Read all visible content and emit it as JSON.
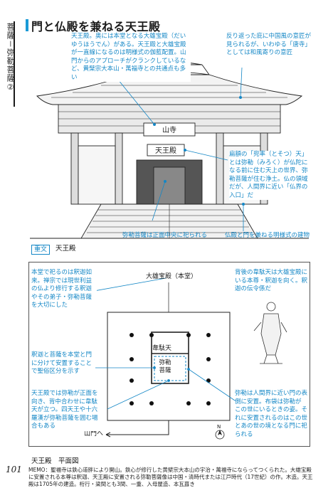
{
  "sidebar": {
    "label": "菩薩－弥勒菩薩②"
  },
  "header": {
    "title": "門と仏殿を兼ねる天王殿"
  },
  "photo": {
    "plaque_top": "山寺",
    "plaque_hall": "天王殿",
    "annotations": {
      "top_left": "天王殿。奥には本堂となる大雄宝殿（だいゆうほうでん）がある。天王殿と大雄宝殿が一直線になるのは明様式の伽藍配置。山門からのアプローチがクランクしているなど、黄檗宗大本山・萬福寺との共通点も多い",
      "top_right": "反り返った庇に中国風の意匠が見られるが、いわゆる「唐寺」としては和風寄りの意匠",
      "right_mid": "扁額の「兜率（とそつ）天」とは弥勒（みろく）が仏陀になる前に住む天上の世界、弥勒菩薩が住む浄土。仏の領域だが、人間界に近い「仏界の入口」だ",
      "bottom_left": "弥勒菩薩は正面中央に祀られる",
      "bottom_right": "仏殿と門を兼ねる明様式の建物"
    }
  },
  "caption": {
    "badge": "重文",
    "text": "天王殿"
  },
  "plan": {
    "label_top": "大雄宝殿（本堂）",
    "label_mid": "韋駄天",
    "label_center": "弥勒菩薩",
    "label_bottom_left": "山門へ",
    "north": "N",
    "caption": "天王殿　平面図",
    "annotations": {
      "left_top": "本堂で祀るのは釈迦如来。禅宗では現世利益の仏より修行する釈迦やその弟子・弥勒菩薩を大切にした",
      "right_top": "背後の韋駄天は大雄宝殿にいる本尊・釈迦を向く。釈迦の伝令係だ",
      "left_mid": "釈迦と菩薩を本堂と門に分けて安置することで聖俗区分を示す",
      "left_bottom": "天王殿では弥勒が正面を向き、背中合わせに韋駄天が立つ。四天王や十六羅漢が弥勒菩薩を囲む場合もある",
      "right_bottom": "弥勒は人間界に近い門の表側に安置。布袋は弥勒が この世にいるときの姿。それに安置されるのはこの世とあの世の境となる門に祀られる"
    }
  },
  "memo": "MEMO：聖福寺は鉄心道胖により開山。鉄心が修行した黄檗宗大本山の宇治・萬福寺にならってつくられた。大雄宝殿に安置される本尊は釈迦、天王殿に安置される弥勒菩薩像は中国・清時代または江戸時代（17世紀）の作。木造。天王殿は1705年の建造。桁行・梁間とも3間、一重、入母屋造、本瓦葺き",
  "page_number": "101",
  "colors": {
    "accent": "#1487c6",
    "ink": "#1a1a1a"
  }
}
